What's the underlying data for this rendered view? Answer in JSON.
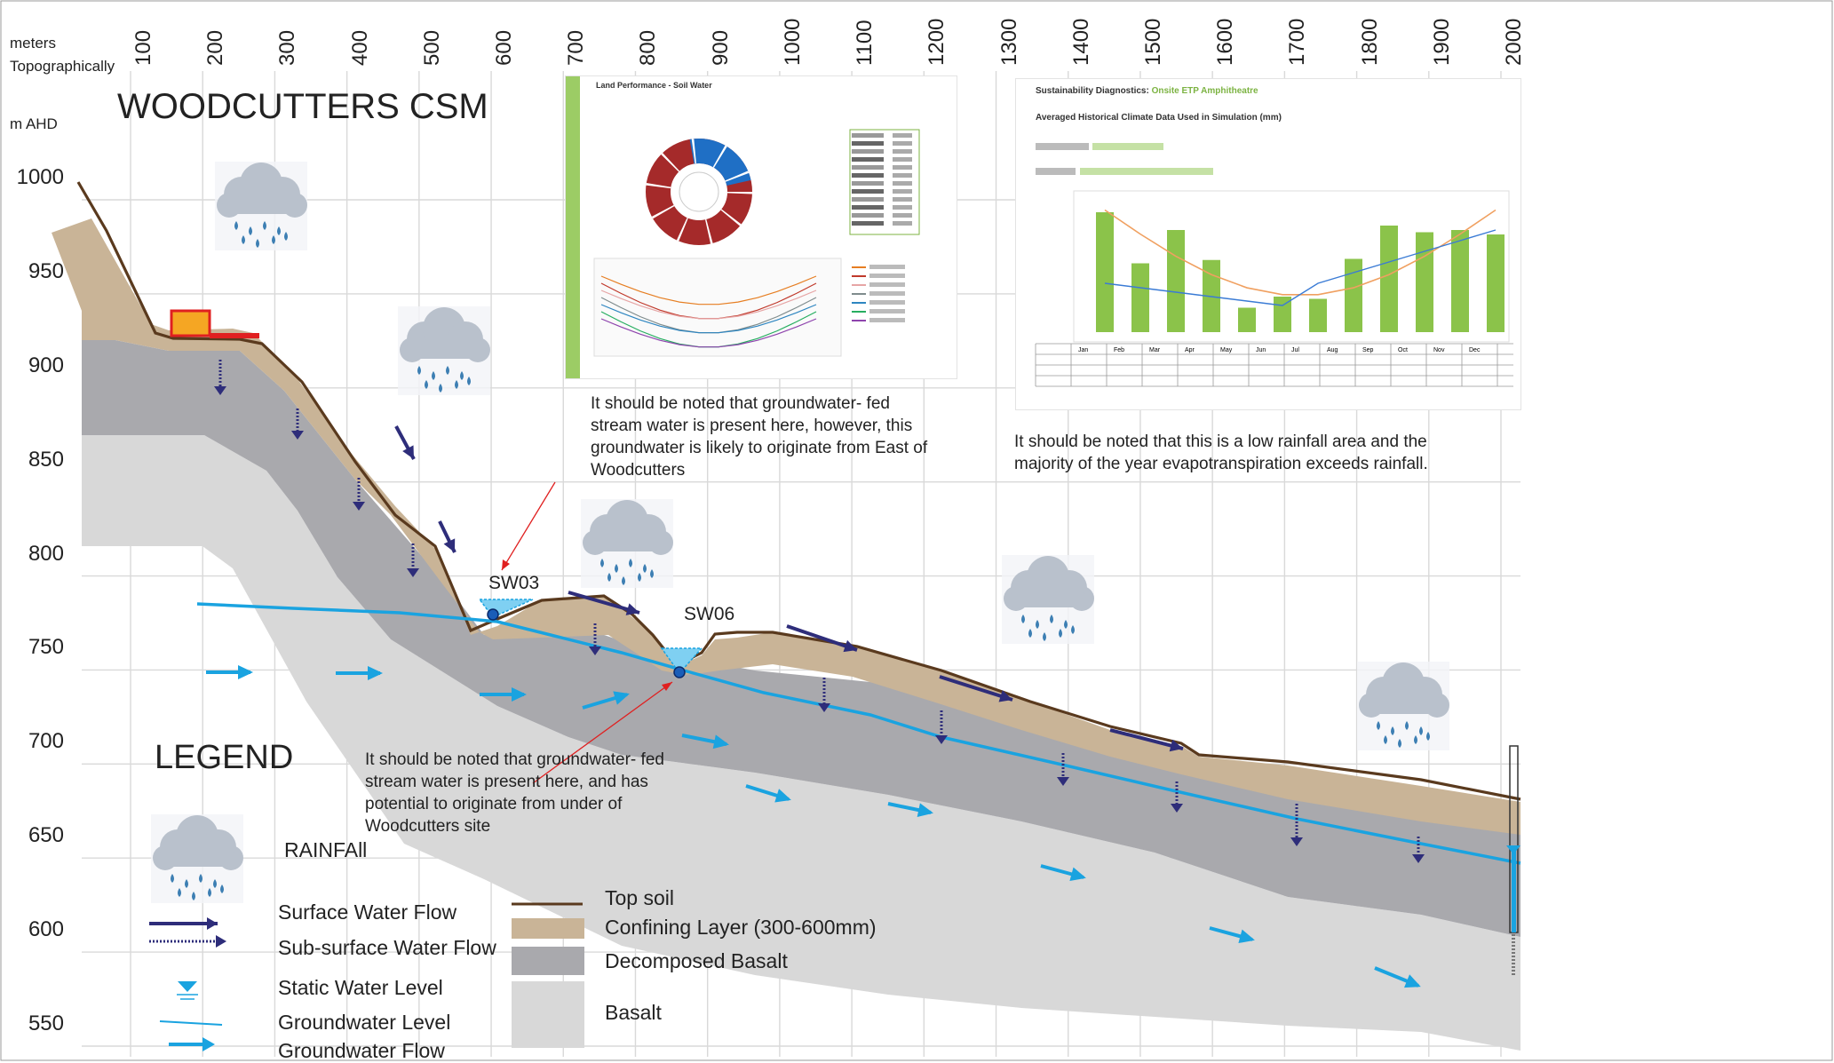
{
  "title": "WOODCUTTERS CSM",
  "axis": {
    "x_units": "meters",
    "x_caption": "Topographically",
    "y_units": "m AHD",
    "x_ticks": [
      "100",
      "200",
      "300",
      "400",
      "500",
      "600",
      "700",
      "800",
      "900",
      "1000",
      "1100",
      "1200",
      "1300",
      "1400",
      "1500",
      "1600",
      "1700",
      "1800",
      "1900",
      "2000"
    ],
    "y_ticks": [
      "1000",
      "950",
      "900",
      "850",
      "800",
      "750",
      "700",
      "650",
      "600",
      "550"
    ]
  },
  "sites": {
    "sw03": "SW03",
    "sw06": "SW06"
  },
  "notes": {
    "sw03": "It should be noted that groundwater- fed stream water is present here, however, this groundwater is likely to originate from East of Woodcutters",
    "rainfall": "It should be noted that this is a low rainfall area and the majority of the year evapotranspiration exceeds rainfall.",
    "sw06": "It should be noted that groundwater- fed stream water is present here, and has potential to originate from under of Woodcutters site"
  },
  "legend": {
    "title": "LEGEND",
    "rainfall": "RAINFAll",
    "surface_flow": "Surface Water Flow",
    "subsurface_flow": "Sub-surface Water Flow",
    "static_level": "Static Water Level",
    "gw_level": "Groundwater Level",
    "gw_flow": "Groundwater Flow",
    "top_soil": "Top soil",
    "confining": "Confining Layer (300-600mm)",
    "decomposed": "Decomposed Basalt",
    "basalt": "Basalt"
  },
  "inset_left": {
    "header": "Land Performance - Soil Water"
  },
  "inset_right": {
    "header_a": "Sustainability Diagnostics:",
    "header_b": "Onsite ETP Amphitheatre",
    "subheader": "Averaged Historical Climate Data Used in Simulation (mm)",
    "monthly_bars": [
      108,
      62,
      92,
      65,
      22,
      32,
      30,
      66,
      96,
      90,
      92,
      88
    ],
    "months": [
      "Jan",
      "Feb",
      "Mar",
      "Apr",
      "May",
      "Jun",
      "Jul",
      "Aug",
      "Sep",
      "Oct",
      "Nov",
      "Dec"
    ]
  },
  "colors": {
    "topsoil": "#5a3a1e",
    "confining": "#c9b497",
    "decomposed": "#a9a9ad",
    "basalt": "#d8d8d8",
    "groundwater": "#1aa3e0",
    "surface_flow": "#2e2d7a",
    "grid": "#d9d9d9"
  }
}
